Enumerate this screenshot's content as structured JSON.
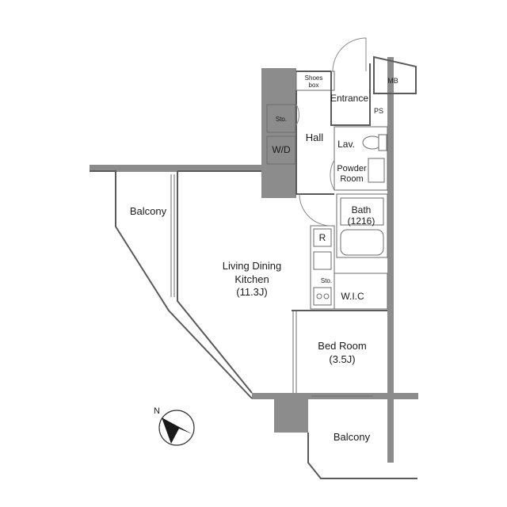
{
  "rooms": {
    "balcony_west": "Balcony",
    "living_line1": "Living Dining",
    "living_line2": "Kitchen",
    "living_size": "(11.3J)",
    "hall": "Hall",
    "entrance": "Entrance",
    "lavatory": "Lav.",
    "powder_line1": "Powder",
    "powder_line2": "Room",
    "bath": "Bath",
    "bath_size": "(1216)",
    "wic": "W.I.C",
    "bedroom": "Bed Room",
    "bedroom_size": "(3.5J)",
    "balcony_south": "Balcony"
  },
  "fixtures": {
    "shoes_line1": "Shoes",
    "shoes_line2": "box",
    "storage_hall": "Sto.",
    "washer_dryer": "W/D",
    "pipe_space": "PS",
    "meter_box": "MB",
    "refrigerator": "R",
    "storage_kitchen": "Sto."
  },
  "compass": {
    "north_label": "N",
    "icon": "north-arrow-icon"
  },
  "colors": {
    "wall_fill": "#8c8c8c",
    "line": "#5a5a5a",
    "background": "#ffffff"
  }
}
